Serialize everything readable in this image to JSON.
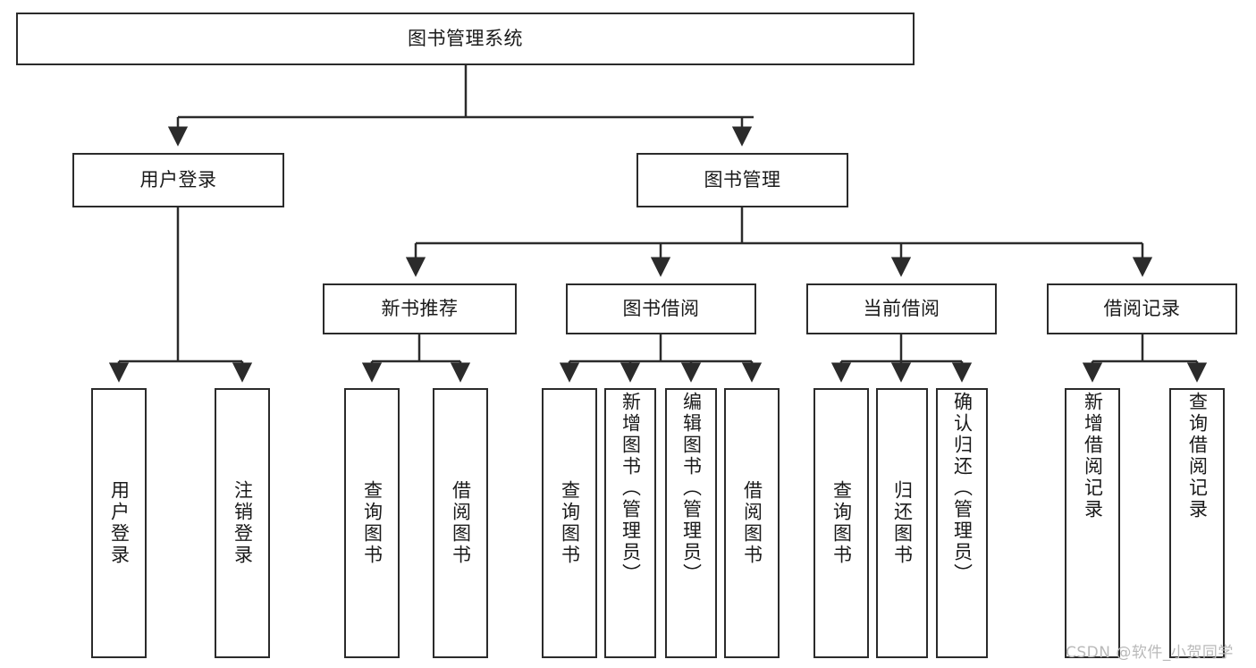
{
  "diagram": {
    "title": "图书管理系统",
    "type": "tree-hierarchy",
    "root": {
      "label": "图书管理系统"
    },
    "level2": [
      {
        "label": "用户登录"
      },
      {
        "label": "图书管理"
      }
    ],
    "level3": [
      {
        "label": "新书推荐"
      },
      {
        "label": "图书借阅"
      },
      {
        "label": "当前借阅"
      },
      {
        "label": "借阅记录"
      }
    ],
    "leaves_user_login": [
      {
        "label": "用户登录"
      },
      {
        "label": "注销登录"
      }
    ],
    "leaves_new_book": [
      {
        "label": "查询图书"
      },
      {
        "label": "借阅图书"
      }
    ],
    "leaves_borrow": [
      {
        "label": "查询图书"
      },
      {
        "label": "新增图书（管理员）"
      },
      {
        "label": "编辑图书（管理员）"
      },
      {
        "label": "借阅图书"
      }
    ],
    "leaves_current": [
      {
        "label": "查询图书"
      },
      {
        "label": "归还图书"
      },
      {
        "label": "确认归还（管理员）"
      }
    ],
    "leaves_record": [
      {
        "label": "新增借阅记录"
      },
      {
        "label": "查询借阅记录"
      }
    ],
    "colors": {
      "stroke": "#2b2b2b",
      "fill": "#ffffff",
      "text": "#1a1a1a",
      "watermark": "#b9b9b9"
    }
  },
  "watermark": {
    "text": "CSDN @软件_小贺同学"
  }
}
